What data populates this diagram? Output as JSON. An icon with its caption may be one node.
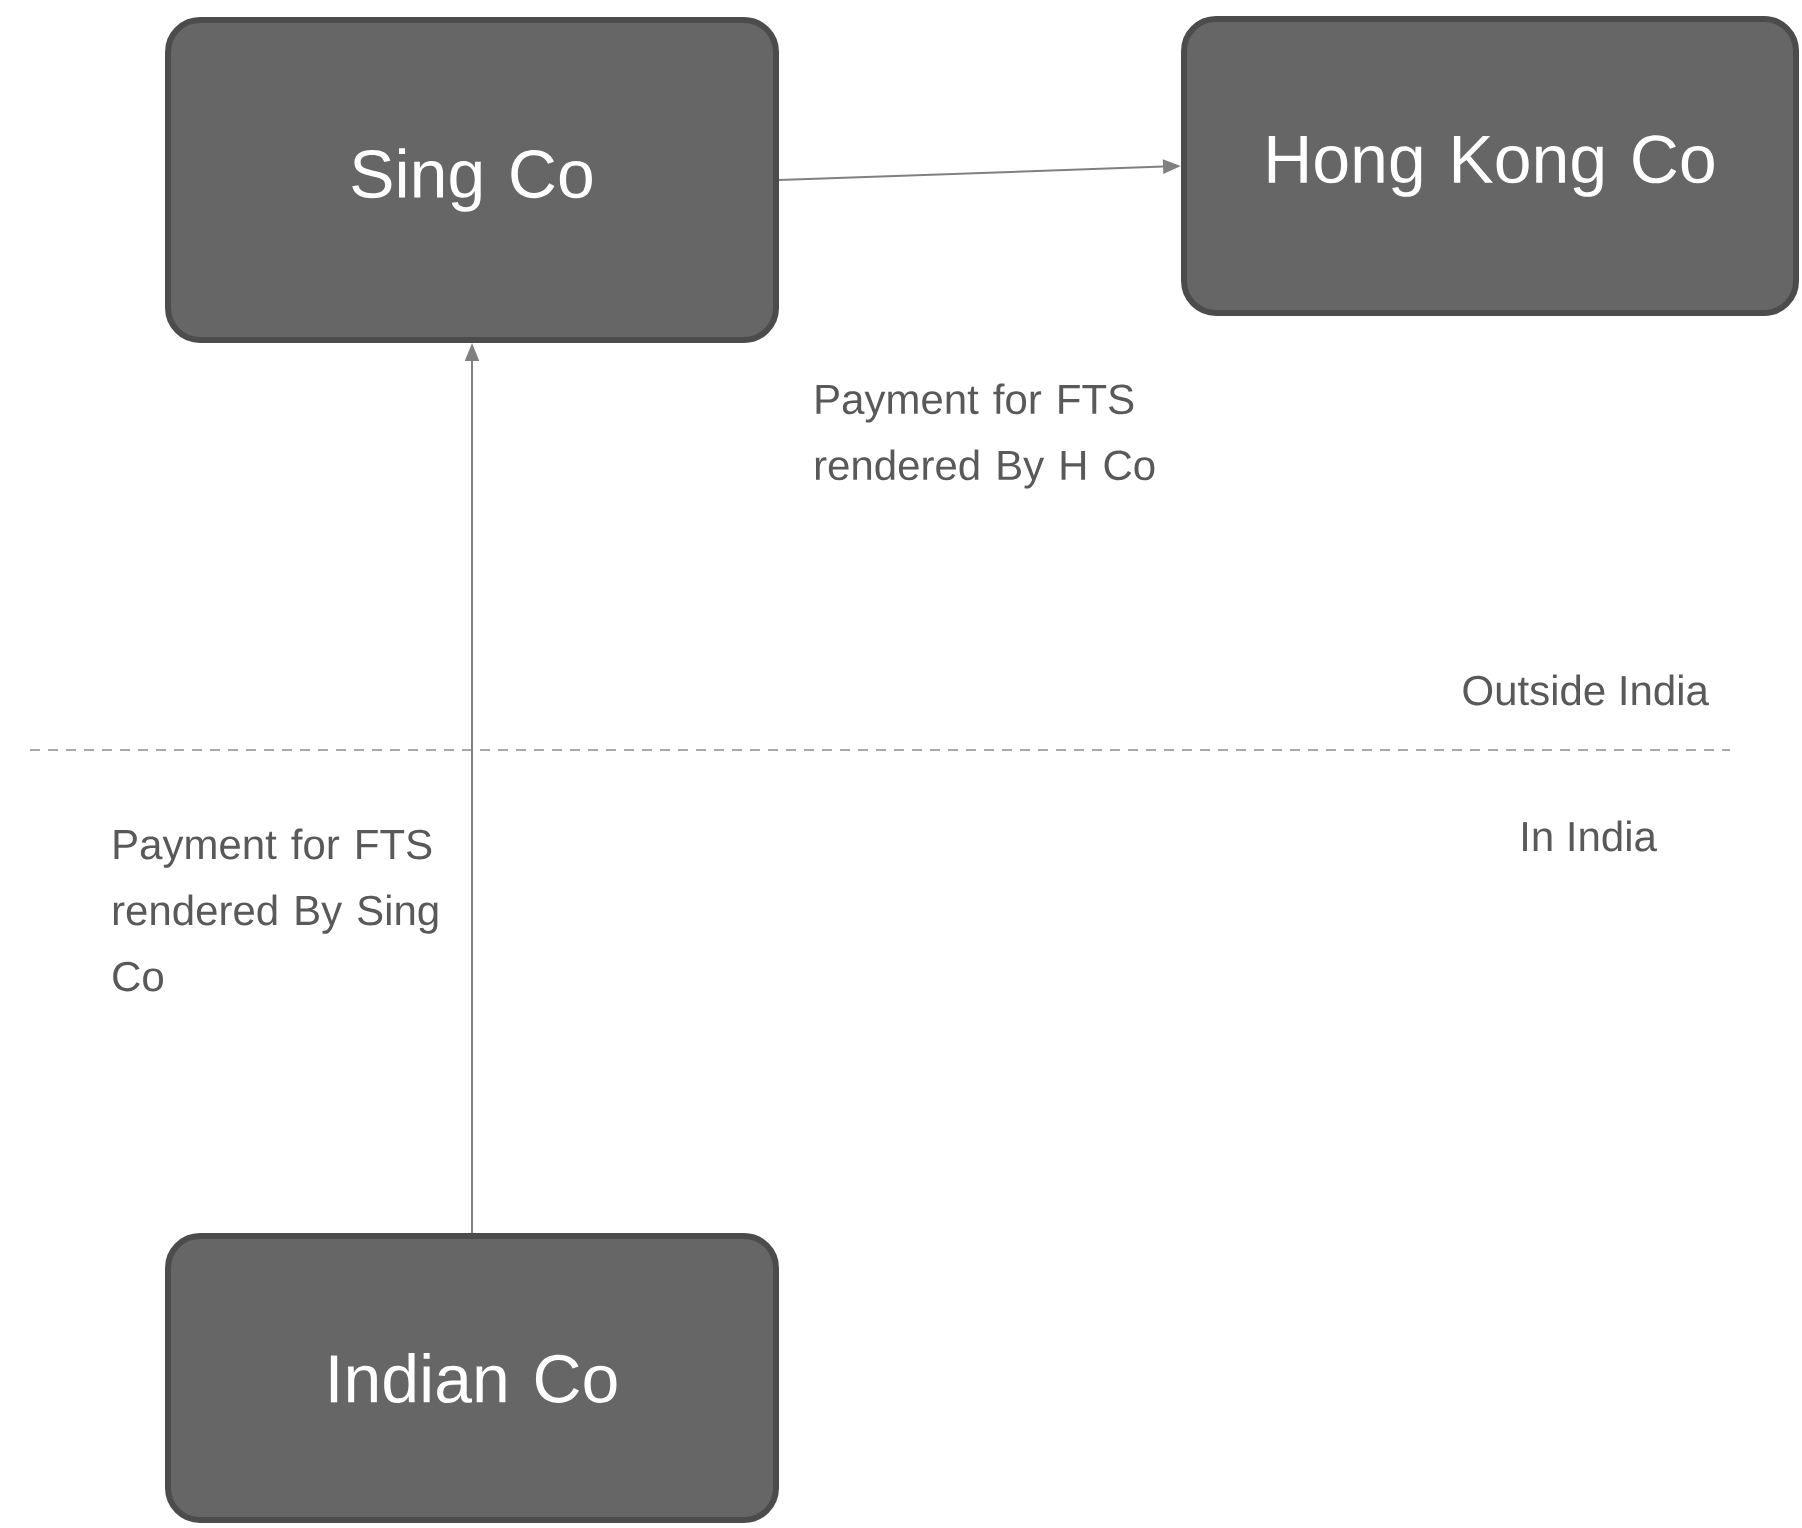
{
  "diagram": {
    "nodes": [
      {
        "text": [
          "Sing Co"
        ]
      },
      {
        "text": [
          "Hong Kong Co"
        ]
      },
      {
        "text": [
          "Indian Co"
        ]
      }
    ],
    "edges": [
      {
        "from": 0,
        "to": 1,
        "arrow": "to",
        "label": "Payment for FTS rendered By H Co"
      },
      {
        "from": 2,
        "to": 0,
        "arrow": "to",
        "label": "Payment for FTS rendered By Sing Co"
      }
    ],
    "labels": [
      "Outside India",
      "In India"
    ]
  }
}
